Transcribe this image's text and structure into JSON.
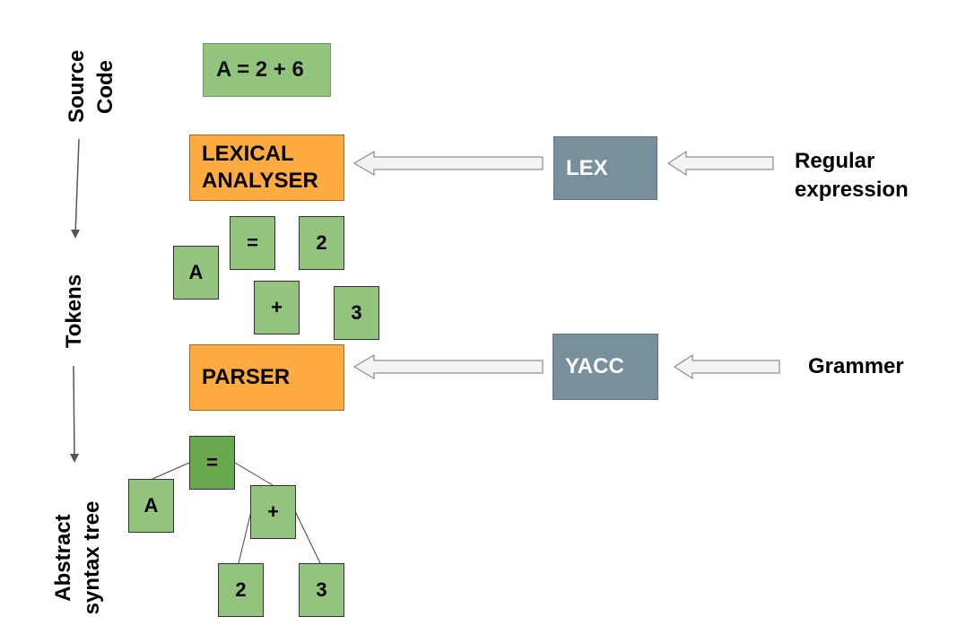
{
  "side_labels": {
    "source_code": [
      "Source",
      "Code"
    ],
    "tokens": "Tokens",
    "ast": [
      "Abstract",
      "syntax tree"
    ]
  },
  "source_code": "A = 2 + 6",
  "lexical_analyser": [
    "LEXICAL",
    "ANALYSER"
  ],
  "lex": "LEX",
  "regular_expression": [
    "Regular",
    "expression"
  ],
  "tokens": {
    "a": "A",
    "eq": "=",
    "two": "2",
    "plus": "+",
    "three": "3"
  },
  "parser": "PARSER",
  "yacc": "YACC",
  "grammar": "Grammer",
  "tree": {
    "root": "=",
    "left": "A",
    "right": "+",
    "right_left": "2",
    "right_right": "3"
  },
  "colors": {
    "token_green": "#93c47d",
    "root_green": "#6aa84f",
    "stage_orange": "#ffab40",
    "tool_slate": "#78909c",
    "arrow_fill": "#f3f3f3"
  }
}
